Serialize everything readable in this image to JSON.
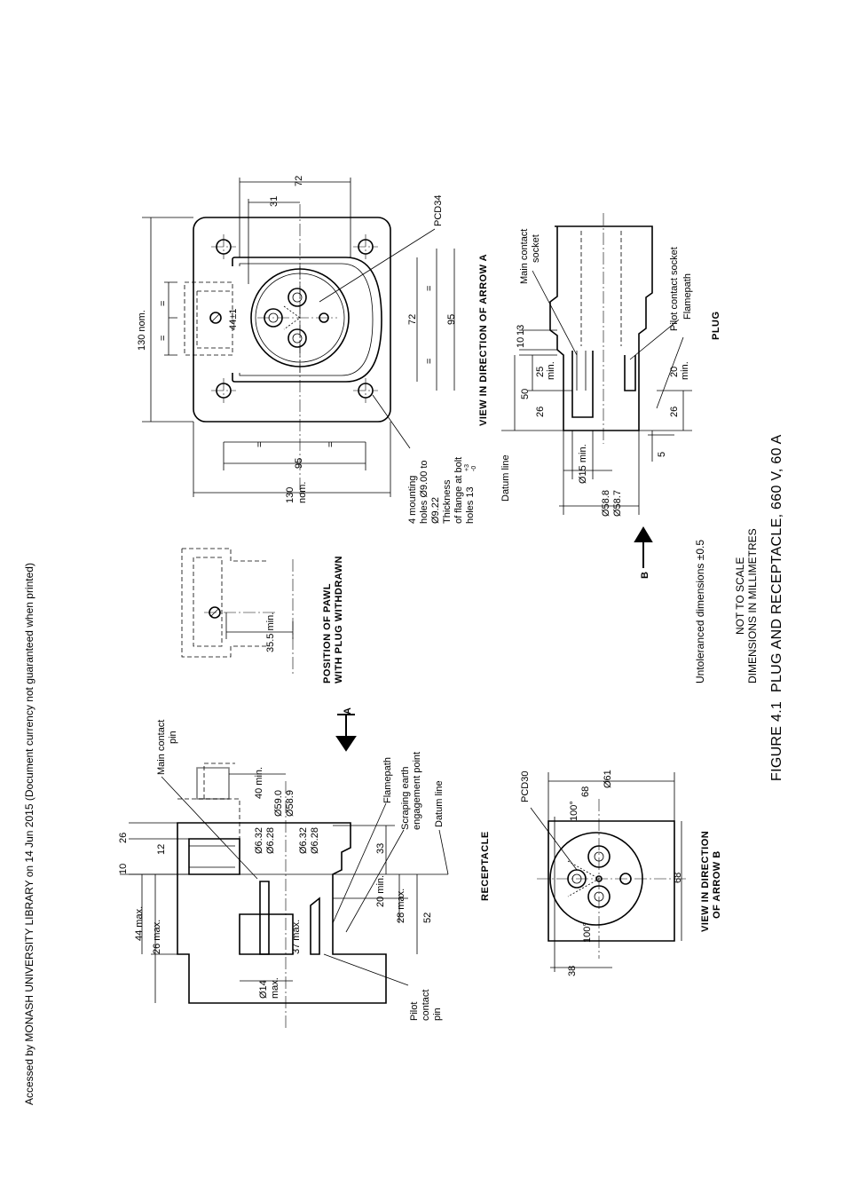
{
  "header": {
    "access_notice": "Accessed by MONASH UNIVERSITY LIBRARY on 14 Jun 2015 (Document currency not guaranteed when printed)"
  },
  "figure": {
    "number": "FIGURE  4.1",
    "title": "PLUG AND RECEPTACLE, 660 V, 60 A",
    "not_to_scale": "NOT TO SCALE",
    "units": "DIMENSIONS IN MILLIMETRES",
    "tolerance_note": "Untoleranced dimensions ±0.5"
  },
  "view_arrow_a": {
    "heading": "VIEW IN DIRECTION OF ARROW A",
    "dims": {
      "d130_nom_top": "130 nom.",
      "d72_top": "72",
      "d31": "31",
      "pcd": "PCD34",
      "d44": "44±1",
      "eq": "=",
      "d72_mid": "72",
      "d95_right": "95",
      "d95_bottom": "95",
      "d130_nom_bottom": "130",
      "nom": "nom."
    },
    "notes": [
      "4 mounting",
      "holes Ø9.00 to",
      "Ø9.22",
      "Thickness",
      "of flange at bolt",
      "holes 13"
    ],
    "tolerance_sup": "+3",
    "tolerance_sub": "-0"
  },
  "plug": {
    "heading": "PLUG",
    "labels": {
      "main_contact_socket_1": "Main contact",
      "main_contact_socket_2": "socket",
      "pilot_contact_socket": "Pilot contact socket",
      "flamepath": "Flamepath",
      "datum_line": "Datum line"
    },
    "dims": {
      "d10": "10",
      "d13": "13",
      "d25": "25",
      "min": "min.",
      "d50": "50",
      "d26": "26",
      "d20": "20",
      "d26b": "26",
      "d5": "5",
      "phi15": "Ø15 min.",
      "phi588": "Ø58.8",
      "phi587": "Ø58.7"
    },
    "arrow_b": "B"
  },
  "pawl": {
    "heading_1": "POSITION OF PAWL",
    "heading_2": "WITH PLUG WITHDRAWN",
    "dim": "35.5 min."
  },
  "receptacle": {
    "heading": "RECEPTACLE",
    "arrow_a": "A",
    "labels": {
      "main_contact_pin_1": "Main contact",
      "main_contact_pin_2": "pin",
      "flamepath": "Flamepath",
      "scraping_1": "Scraping earth",
      "scraping_2": "engagement point",
      "datum_line": "Datum line",
      "pilot_1": "Pilot",
      "pilot_2": "contact",
      "pilot_3": "pin"
    },
    "dims": {
      "d10": "10",
      "d26": "26",
      "d12": "12",
      "d44max": "44 max.",
      "d26max": "26 max.",
      "d40min": "40 min.",
      "phi590": "Ø59.0",
      "phi589": "Ø58.9",
      "phi632a": "Ø6.32",
      "phi628a": "Ø6.28",
      "phi632b": "Ø6.32",
      "phi628b": "Ø6.28",
      "d33": "33",
      "d20min": "20 min.",
      "d28max": "28  max.",
      "d52": "52",
      "d37max": "37 max.",
      "phi14": "Ø14",
      "max": "max."
    }
  },
  "view_arrow_b": {
    "heading_1": "VIEW IN DIRECTION",
    "heading_2": "OF ARROW B",
    "dims": {
      "pcd": "PCD30",
      "ang100a": "100°",
      "ang100b": "100°",
      "phi61": "Ø61",
      "d68a": "68",
      "d68b": "68",
      "d38": "38"
    }
  }
}
